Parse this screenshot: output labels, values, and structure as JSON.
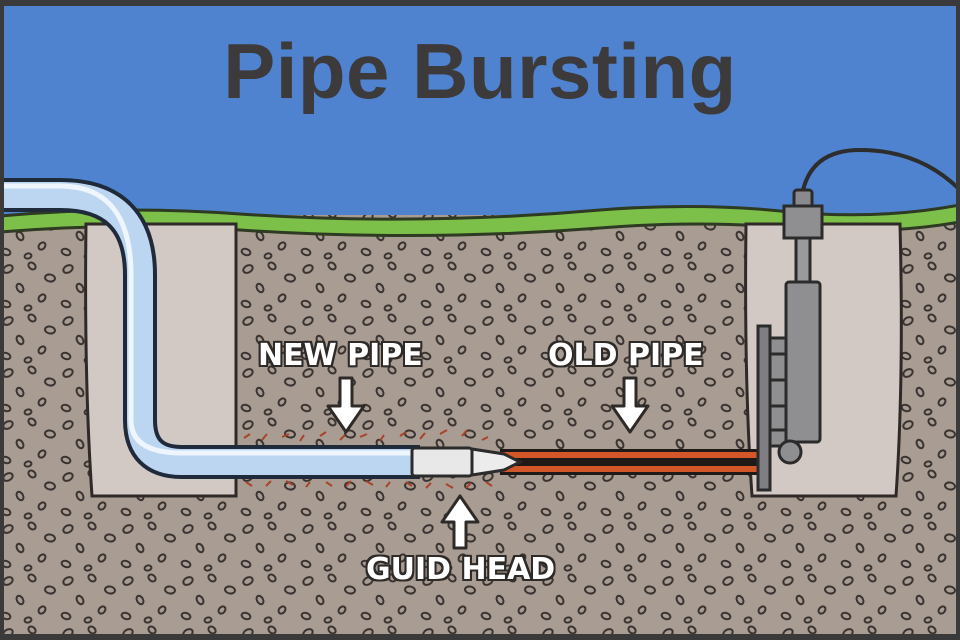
{
  "title": "Pipe Bursting",
  "labels": {
    "new_pipe": "NEW PIPE",
    "old_pipe": "OLD PIPE",
    "guide_head": "GUID HEAD"
  },
  "colors": {
    "sky": "#4f83cf",
    "grass": "#7cc04a",
    "soil": "#a99c92",
    "pit": "#d2c8c4",
    "new_pipe": "#bcd6f1",
    "old_pipe": "#d4572a",
    "machine": "#8f8f92"
  }
}
